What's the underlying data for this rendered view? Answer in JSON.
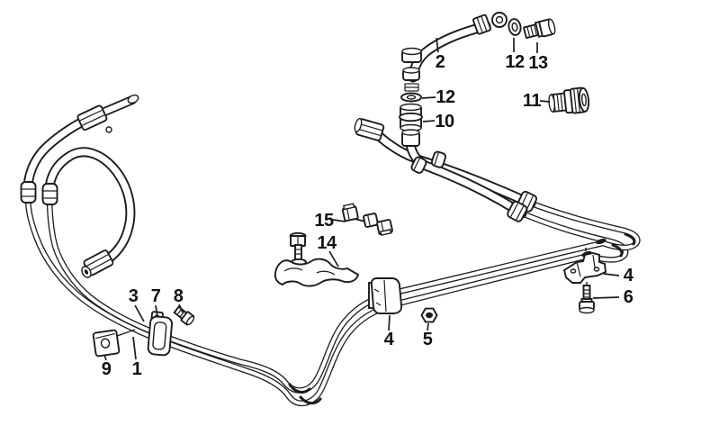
{
  "diagram": {
    "description": "Exploded parts line-drawing of transmission oil cooler pipes and hoses with numbered callouts",
    "background_color": "#ffffff",
    "line_color": "#1c1c1c",
    "callouts": [
      {
        "label": "2"
      },
      {
        "label": "12"
      },
      {
        "label": "13"
      },
      {
        "label": "12"
      },
      {
        "label": "10"
      },
      {
        "label": "11"
      },
      {
        "label": "15"
      },
      {
        "label": "14"
      },
      {
        "label": "4"
      },
      {
        "label": "6"
      },
      {
        "label": "4"
      },
      {
        "label": "5"
      },
      {
        "label": "3"
      },
      {
        "label": "7"
      },
      {
        "label": "8"
      },
      {
        "label": "9"
      },
      {
        "label": "1"
      }
    ]
  }
}
